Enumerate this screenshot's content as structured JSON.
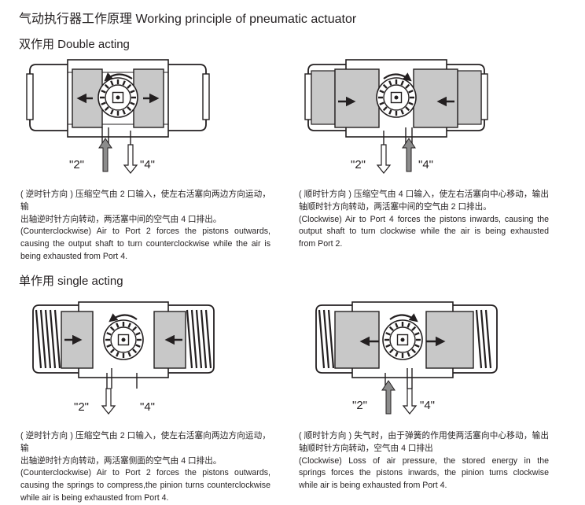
{
  "page": {
    "title": "气动执行器工作原理 Working principle of pneumatic actuator"
  },
  "sections": {
    "double_acting": {
      "title": "双作用  Double acting"
    },
    "single_acting": {
      "title": "单作用  single acting"
    }
  },
  "ports": {
    "port2": "\"2\"",
    "port4": "\"4\""
  },
  "captions": {
    "da_ccw": {
      "cn_line1": "( 逆时针方向 ) 压缩空气由 2 口输入，使左右活塞向两边方向运动，输",
      "cn_line2": "出轴逆时针方向转动，两活塞中间的空气由 4 口排出。",
      "en_line1": "(Counterclockwise) Air to Port 2 forces the pistons outwards,",
      "en_line2": "causing the output shaft to turn counterclockwise while the air is",
      "en_line3": "being exhausted from Port 4."
    },
    "da_cw": {
      "cn_line1": "( 顺时针方向 ) 压缩空气由 4 口输入，使左右活塞向中心移动，输出",
      "cn_line2": "轴顺时针方向转动，两活塞中间的空气由 2 口排出。",
      "en_line1": "(Clockwise) Air to Port 4 forces the pistons inwards, causing the",
      "en_line2": "output shaft to turn clockwise while the air is being exhausted",
      "en_line3": "from Port 2."
    },
    "sa_ccw": {
      "cn_line1": "( 逆时针方向 ) 压缩空气由 2 口输入，使左右活塞向两边方向运动，输",
      "cn_line2": "出轴逆时针方向转动，两活塞侧面的空气由 4 口排出。",
      "en_line1": "(Counterclockwise) Air to Port 2 forces the pistons outwards,",
      "en_line2": "causing the springs to compress,the pinion turns counterclockwise",
      "en_line3": "while air is being exhausted from Port 4."
    },
    "sa_cw": {
      "cn_line1": "( 顺时针方向 ) 失气时，由于弹簧的作用使两活塞向中心移动，输出",
      "cn_line2": "轴顺时针方向转动，空气由 4 口排出",
      "en_line1": "(Clockwise) Loss of air pressure, the stored energy in the",
      "en_line2": "springs forces the pistons inwards, the pinion turns clockwise",
      "en_line3": "while air is being exhausted from Port 4."
    }
  },
  "colors": {
    "outline": "#231f20",
    "piston_fill": "#c8c8c8",
    "chamber_fill": "#ffffff",
    "air_arrow": "#8c8c8c"
  }
}
